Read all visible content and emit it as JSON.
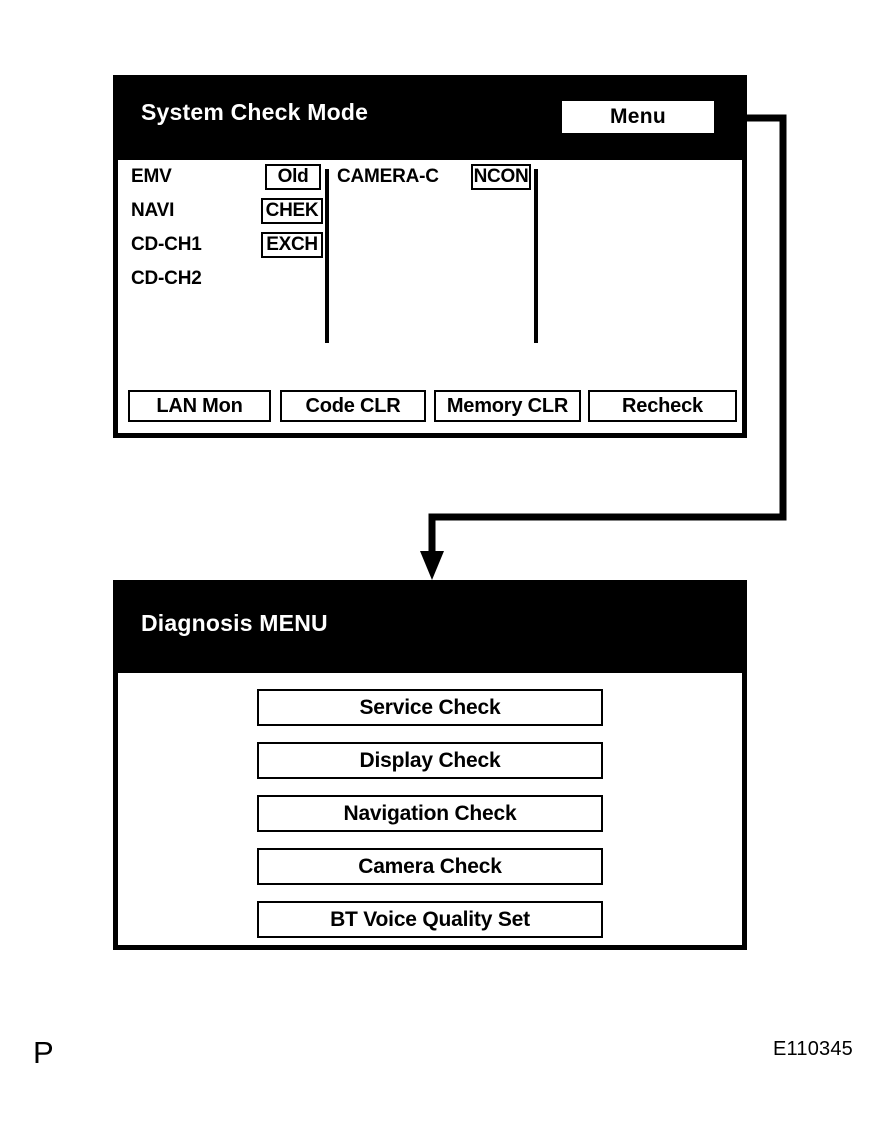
{
  "figure": {
    "footnote_left": "P",
    "reference_code": "E110345",
    "colors": {
      "background": "#ffffff",
      "foreground": "#000000",
      "header_background": "#000000",
      "header_text": "#ffffff"
    }
  },
  "screen_system_check": {
    "title": "System Check Mode",
    "menu_button": "Menu",
    "columns": [
      {
        "rows": [
          {
            "label": "EMV",
            "badge": "Old"
          },
          {
            "label": "NAVI",
            "badge": "CHEK"
          },
          {
            "label": "CD-CH1",
            "badge": "EXCH"
          },
          {
            "label": "CD-CH2",
            "badge": ""
          }
        ]
      },
      {
        "rows": [
          {
            "label": "CAMERA-C",
            "badge": "NCON"
          }
        ]
      }
    ],
    "action_buttons": [
      "LAN Mon",
      "Code CLR",
      "Memory CLR",
      "Recheck"
    ]
  },
  "screen_diagnosis_menu": {
    "title": "Diagnosis MENU",
    "items": [
      "Service Check",
      "Display Check",
      "Navigation Check",
      "Camera Check",
      "BT Voice Quality Set"
    ]
  }
}
